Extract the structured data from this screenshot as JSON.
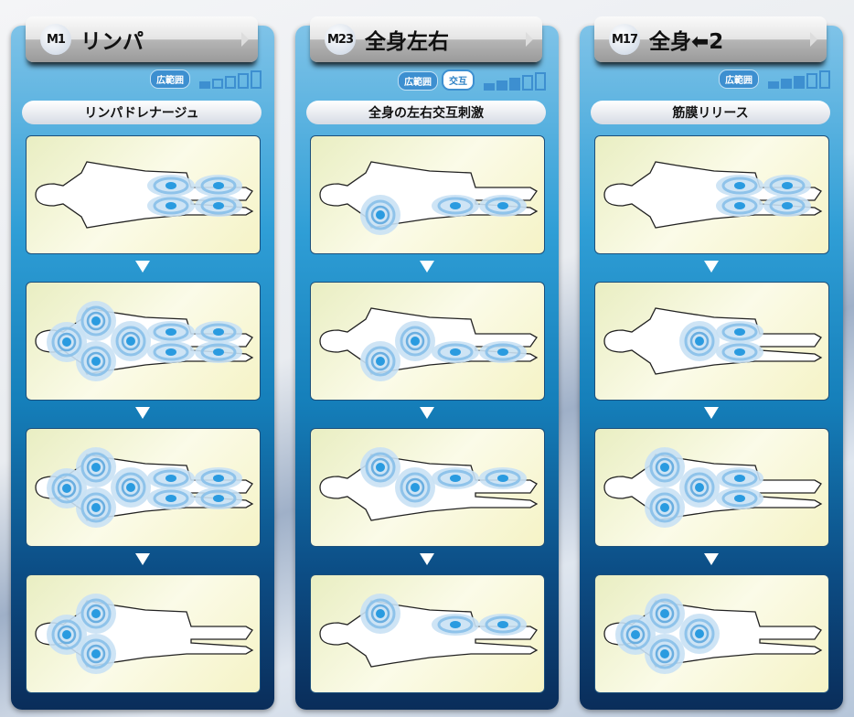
{
  "programs": [
    {
      "code": "M1",
      "title": "リンパ",
      "tags": [
        {
          "label": "広範囲",
          "alt": false
        }
      ],
      "intensity": {
        "filled": 1,
        "total": 5
      },
      "subtitle": "リンパドレナージュ",
      "steps": [
        [
          "thigh-l",
          "thigh-r",
          "calf-l",
          "calf-r"
        ],
        [
          "neck",
          "shoulder-l",
          "shoulder-r",
          "back",
          "thigh-l",
          "thigh-r",
          "calf-l",
          "calf-r"
        ],
        [
          "neck",
          "shoulder-l",
          "shoulder-r",
          "back",
          "thigh-l",
          "thigh-r",
          "calf-l",
          "calf-r"
        ],
        [
          "neck",
          "shoulder-l",
          "shoulder-r"
        ]
      ]
    },
    {
      "code": "M23",
      "title": "全身左右",
      "tags": [
        {
          "label": "広範囲",
          "alt": false
        },
        {
          "label": "交互",
          "alt": true
        }
      ],
      "intensity": {
        "filled": 3,
        "total": 5
      },
      "subtitle": "全身の左右交互刺激",
      "steps": [
        [
          "shoulder-r",
          "thigh-r",
          "calf-r"
        ],
        [
          "shoulder-r",
          "back",
          "thigh-r",
          "calf-r"
        ],
        [
          "shoulder-l",
          "back",
          "thigh-l",
          "calf-l"
        ],
        [
          "shoulder-l",
          "thigh-l",
          "calf-l"
        ]
      ]
    },
    {
      "code": "M17",
      "title": "全身⬅2",
      "tags": [
        {
          "label": "広範囲",
          "alt": false
        }
      ],
      "intensity": {
        "filled": 3,
        "total": 5
      },
      "subtitle": "筋膜リリース",
      "steps": [
        [
          "thigh-l",
          "thigh-r",
          "calf-l",
          "calf-r"
        ],
        [
          "back",
          "thigh-l",
          "thigh-r"
        ],
        [
          "shoulder-l",
          "shoulder-r",
          "back",
          "thigh-l",
          "thigh-r"
        ],
        [
          "neck",
          "shoulder-l",
          "shoulder-r",
          "back"
        ]
      ]
    }
  ],
  "colors": {
    "zone": "#2a9be0",
    "ring": "#8fc3ea",
    "accent": "#3d8fd0"
  }
}
